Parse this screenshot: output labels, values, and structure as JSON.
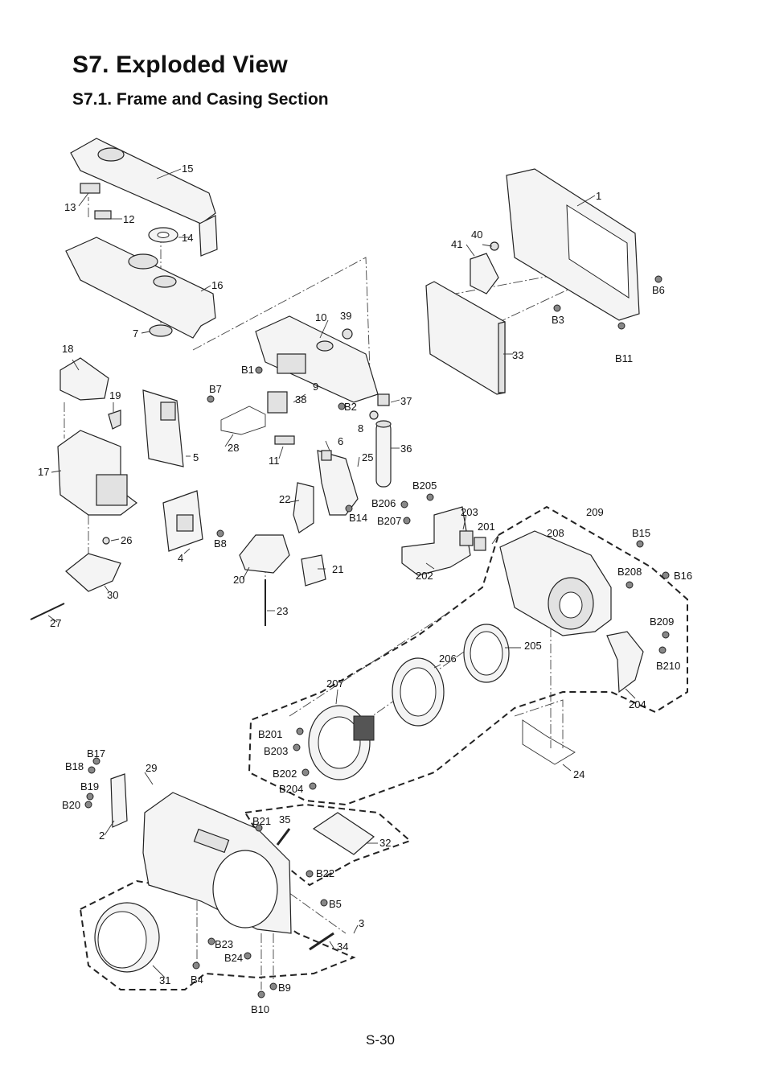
{
  "heading": {
    "title": "S7. Exploded View",
    "subtitle": "S7.1. Frame and Casing Section"
  },
  "page_number": "S-30",
  "callouts": [
    "1",
    "2",
    "3",
    "4",
    "5",
    "6",
    "7",
    "8",
    "9",
    "10",
    "11",
    "12",
    "13",
    "14",
    "15",
    "16",
    "17",
    "18",
    "19",
    "20",
    "21",
    "22",
    "23",
    "24",
    "25",
    "26",
    "27",
    "28",
    "29",
    "30",
    "31",
    "32",
    "33",
    "34",
    "35",
    "36",
    "37",
    "38",
    "39",
    "40",
    "41",
    "201",
    "202",
    "203",
    "204",
    "205",
    "206",
    "207",
    "208",
    "209",
    "B1",
    "B2",
    "B3",
    "B4",
    "B5",
    "B6",
    "B7",
    "B8",
    "B9",
    "B10",
    "B11",
    "B14",
    "B15",
    "B16",
    "B17",
    "B18",
    "B19",
    "B20",
    "B21",
    "B22",
    "B23",
    "B24",
    "B201",
    "B202",
    "B203",
    "B204",
    "B205",
    "B206",
    "B207",
    "B208",
    "B209",
    "B210"
  ]
}
